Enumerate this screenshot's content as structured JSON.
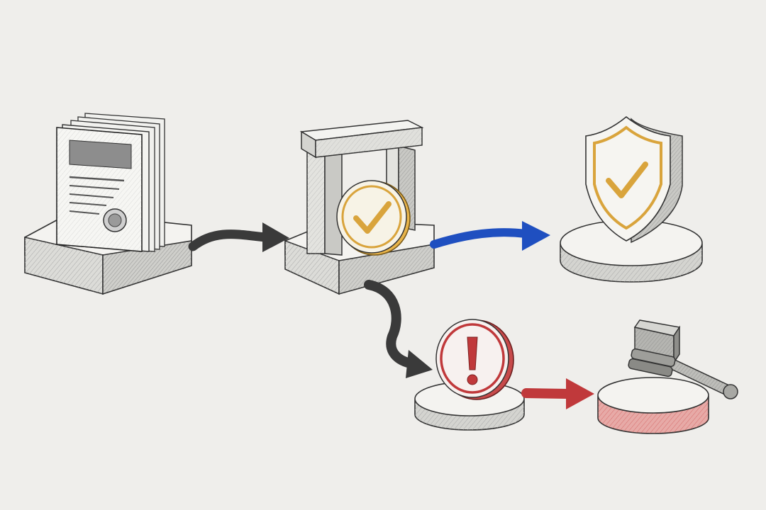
{
  "diagram": {
    "nodes": [
      {
        "id": "documents",
        "icon": "document-stack-icon"
      },
      {
        "id": "verification-gate",
        "icon": "check-badge-icon"
      },
      {
        "id": "protected-outcome",
        "icon": "shield-check-icon"
      },
      {
        "id": "alert",
        "icon": "exclamation-icon"
      },
      {
        "id": "legal-action",
        "icon": "gavel-icon"
      }
    ],
    "edges": [
      {
        "from": "documents",
        "to": "verification-gate",
        "color": "#3a3a3a"
      },
      {
        "from": "verification-gate",
        "to": "protected-outcome",
        "color": "#1f4fc0"
      },
      {
        "from": "verification-gate",
        "to": "alert",
        "color": "#3a3a3a"
      },
      {
        "from": "alert",
        "to": "legal-action",
        "color": "#c0393b"
      }
    ]
  },
  "colors": {
    "background": "#efeeeb",
    "gold": "#d9a43c",
    "blue": "#1f4fc0",
    "red": "#c0393b",
    "ink": "#3a3a3a"
  }
}
